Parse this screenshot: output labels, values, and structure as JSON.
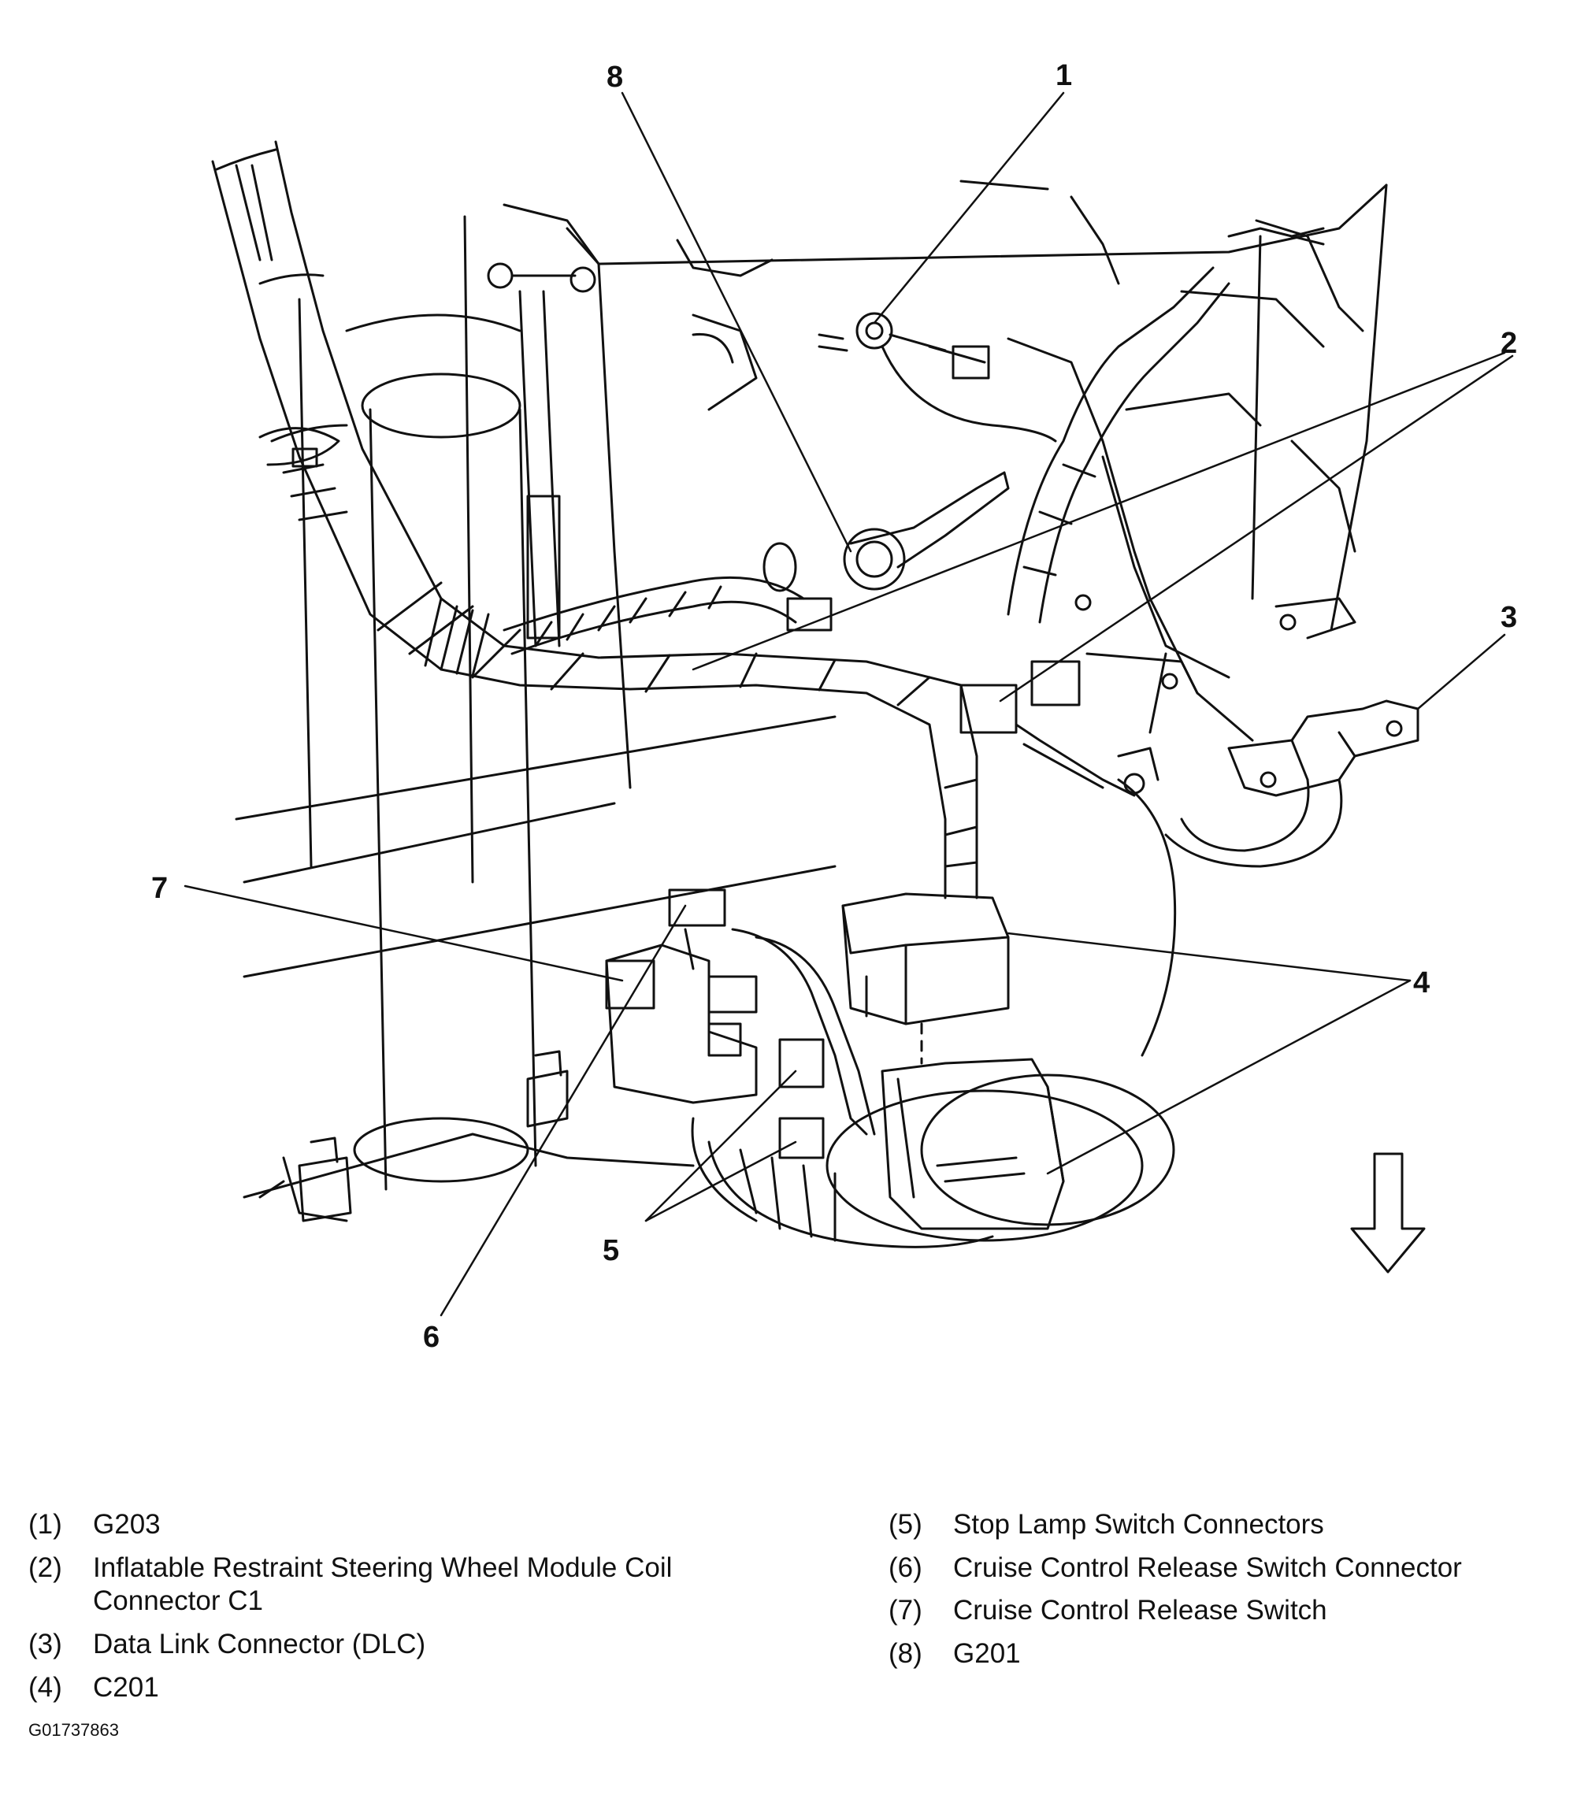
{
  "callouts": [
    {
      "num": "1",
      "label": "G203"
    },
    {
      "num": "2",
      "label": "Inflatable Restraint Steering Wheel Module Coil Connector C1"
    },
    {
      "num": "3",
      "label": "Data Link Connector (DLC)"
    },
    {
      "num": "4",
      "label": "C201"
    },
    {
      "num": "5",
      "label": "Stop Lamp Switch Connectors"
    },
    {
      "num": "6",
      "label": "Cruise Control Release Switch Connector"
    },
    {
      "num": "7",
      "label": "Cruise Control Release Switch"
    },
    {
      "num": "8",
      "label": "G201"
    }
  ],
  "legend": {
    "left": [
      {
        "key": "(1)",
        "text": "G203"
      },
      {
        "key": "(2)",
        "text": "Inflatable Restraint Steering Wheel Module Coil Connector C1"
      },
      {
        "key": "(3)",
        "text": "Data Link Connector (DLC)"
      },
      {
        "key": "(4)",
        "text": "C201"
      }
    ],
    "right": [
      {
        "key": "(5)",
        "text": "Stop Lamp Switch Connectors"
      },
      {
        "key": "(6)",
        "text": "Cruise Control Release Switch Connector"
      },
      {
        "key": "(7)",
        "text": "Cruise Control Release Switch"
      },
      {
        "key": "(8)",
        "text": "G201"
      }
    ]
  },
  "figure_id": "G01737863",
  "direction_arrow": "down-arrow-icon"
}
